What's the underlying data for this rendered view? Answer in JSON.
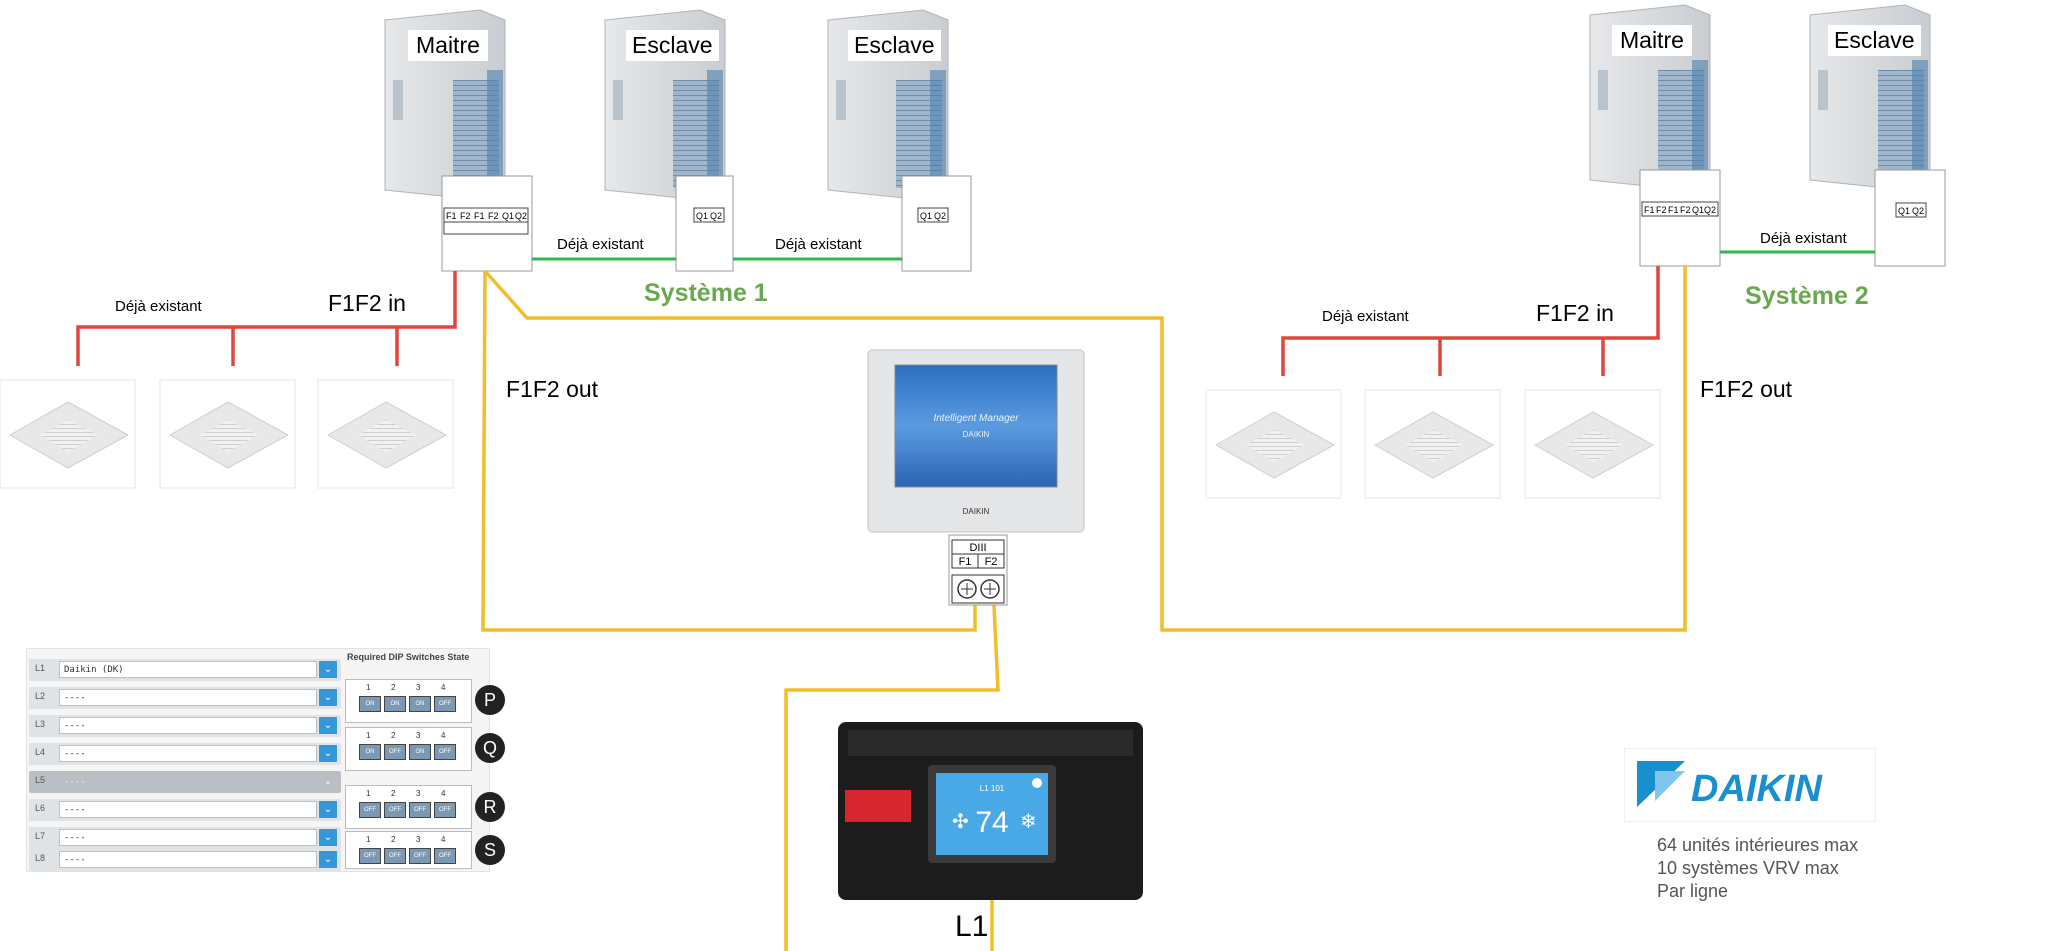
{
  "labels": {
    "outdoor": [
      "Maitre",
      "Esclave",
      "Esclave",
      "Maitre",
      "Esclave"
    ],
    "existing": "Déjà existant",
    "f1f2_in": "F1F2 in",
    "f1f2_out": "F1F2 out",
    "system1": "Système 1",
    "system2": "Système 2",
    "terminals_outdoor": [
      "F1",
      "F2",
      "F1",
      "F2",
      "Q1",
      "Q2"
    ],
    "terminals_slave": [
      "Q1",
      "Q2"
    ],
    "manager_brand": "Intelligent Manager",
    "manager_brand_sub": "DAIKIN",
    "manager_bezel_brand": "DAIKIN",
    "diii": "DIII",
    "diii_f1": "F1",
    "diii_f2": "F2",
    "gateway_line": "L1",
    "gateway_temp": "74",
    "gateway_line_screen": "L1 101"
  },
  "dip_panel": {
    "heading": "Required DIP Switches State",
    "lines": [
      {
        "name": "L1",
        "value": "Daikin (DK)"
      },
      {
        "name": "L2",
        "value": "----"
      },
      {
        "name": "L3",
        "value": "----"
      },
      {
        "name": "L4",
        "value": "----"
      },
      {
        "name": "L5",
        "value": "----"
      },
      {
        "name": "L6",
        "value": "----"
      },
      {
        "name": "L7",
        "value": "----"
      },
      {
        "name": "L8",
        "value": "----"
      }
    ],
    "switch_numbers": [
      "1",
      "2",
      "3",
      "4"
    ],
    "groups": [
      {
        "letter": "P",
        "states": [
          "ON",
          "ON",
          "ON",
          "OFF"
        ]
      },
      {
        "letter": "Q",
        "states": [
          "ON",
          "OFF",
          "ON",
          "OFF"
        ]
      },
      {
        "letter": "R",
        "states": [
          "OFF",
          "OFF",
          "OFF",
          "OFF"
        ]
      },
      {
        "letter": "S",
        "states": [
          "OFF",
          "OFF",
          "OFF",
          "OFF"
        ]
      }
    ]
  },
  "brand": {
    "logo_text": "DAIKIN",
    "note_lines": [
      "64 unités intérieures max",
      "10 systèmes VRV max",
      "Par ligne"
    ]
  },
  "colors": {
    "f1f2_in_wire": "#e0463c",
    "q1q2_wire": "#2db84f",
    "f1f2_out_wire": "#f2bd2a",
    "system_label": "#6aa84f",
    "daikin_blue": "#1a8fd0"
  }
}
